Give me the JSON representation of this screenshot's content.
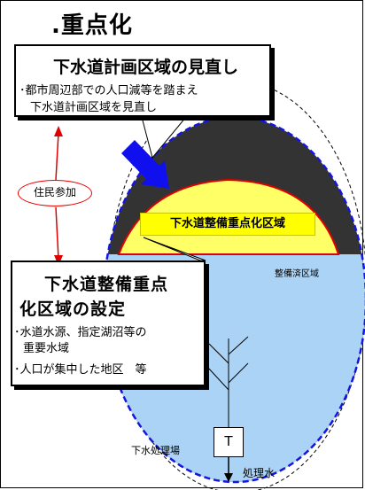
{
  "title": ".重点化",
  "plan_review": {
    "heading": "下水道計画区域の見直し",
    "bullet_line1": "･都市周辺部での人口減等を踏まえ",
    "bullet_line2": "下水道計画区域を見直し"
  },
  "resident_participation": "住民参加",
  "focus_area_label": "下水道整備重点化区域",
  "developed_area_label": "整備済区域",
  "focus_setting": {
    "heading_line1": "下水道整備重点",
    "heading_line2": "化区域の設定",
    "bullet1_line1": "･水道水源、指定湖沼等の",
    "bullet1_line2": "重要水域",
    "bullet2": "･人口が集中した地区　等"
  },
  "treatment_plant_label": "下水処理場",
  "treatment_symbol": "T",
  "effluent_label": "処理水",
  "colors": {
    "planning_area": "#333333",
    "focus_area": "#ffff66",
    "developed_area": "#abd3f5",
    "review_boundary": "#1515e0",
    "arrow_blue": "#1010ee",
    "red": "#e00000"
  }
}
